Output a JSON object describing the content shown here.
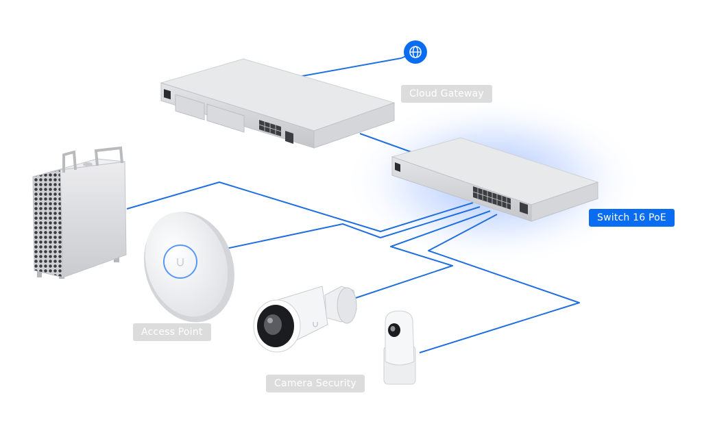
{
  "labels": {
    "cloud_gateway": "Cloud Gateway",
    "switch": "Switch 16 PoE",
    "access_point": "Access Point",
    "camera_security": "Camera Security"
  },
  "icons": {
    "internet": "globe-icon"
  },
  "colors": {
    "cable": "#1f6fe0",
    "accent": "#0a6cf0",
    "label_gray": "#dcdcdc",
    "device_body": "#d9dadd"
  }
}
